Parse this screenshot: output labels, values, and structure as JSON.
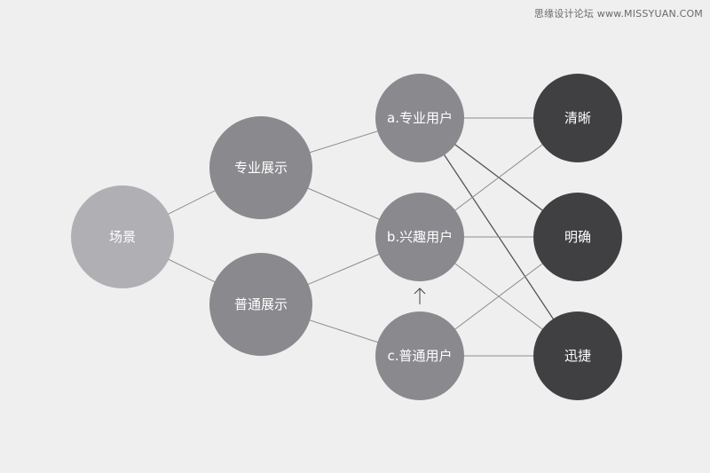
{
  "watermark": "思缘设计论坛 www.MISSYUAN.COM",
  "colors": {
    "background": "#efefef",
    "node_light": "#b0afb3",
    "node_mid": "#8a898d",
    "node_dark": "#404043",
    "edge": "#8c8c8c",
    "edge_dark": "#555555",
    "arrow": "#444444"
  },
  "nodes": [
    {
      "id": "scene",
      "label": "场景",
      "level": "light"
    },
    {
      "id": "pro-display",
      "label": "专业展示",
      "level": "mid"
    },
    {
      "id": "normal-display",
      "label": "普通展示",
      "level": "mid"
    },
    {
      "id": "user-a",
      "label": "a.专业用户",
      "level": "mid"
    },
    {
      "id": "user-b",
      "label": "b.兴趣用户",
      "level": "mid"
    },
    {
      "id": "user-c",
      "label": "c.普通用户",
      "level": "mid"
    },
    {
      "id": "clear",
      "label": "清晰",
      "level": "dark"
    },
    {
      "id": "explicit",
      "label": "明确",
      "level": "dark"
    },
    {
      "id": "fast",
      "label": "迅捷",
      "level": "dark"
    }
  ],
  "edges": [
    {
      "from": "scene",
      "to": "pro-display"
    },
    {
      "from": "scene",
      "to": "normal-display"
    },
    {
      "from": "pro-display",
      "to": "user-a"
    },
    {
      "from": "pro-display",
      "to": "user-b"
    },
    {
      "from": "normal-display",
      "to": "user-b"
    },
    {
      "from": "normal-display",
      "to": "user-c"
    },
    {
      "from": "user-a",
      "to": "clear"
    },
    {
      "from": "user-a",
      "to": "explicit",
      "strong": true
    },
    {
      "from": "user-a",
      "to": "fast",
      "strong": true
    },
    {
      "from": "user-b",
      "to": "clear"
    },
    {
      "from": "user-b",
      "to": "explicit"
    },
    {
      "from": "user-b",
      "to": "fast"
    },
    {
      "from": "user-c",
      "to": "explicit"
    },
    {
      "from": "user-c",
      "to": "fast"
    }
  ],
  "arrows": [
    {
      "from": "user-c",
      "to": "user-b",
      "direction": "up"
    }
  ]
}
